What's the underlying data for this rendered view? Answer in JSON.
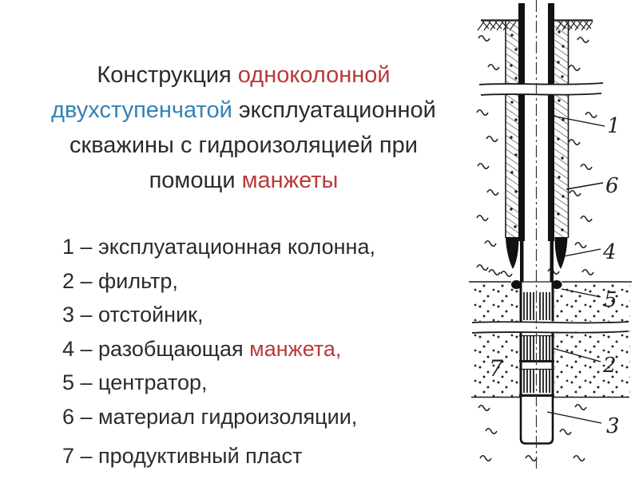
{
  "meta": {
    "background": "#ffffff",
    "accent_red": "#b93a3a",
    "accent_blue": "#3482b4",
    "text_color": "#2b2b2b",
    "diagram_line_color": "#1a1a1a"
  },
  "title": {
    "line1": {
      "part1": "Конструкция ",
      "part2": "одноколонной"
    },
    "line2": {
      "part1": "двухступенчатой",
      "part2": " эксплуатационной"
    },
    "line3": {
      "part1": "скважины с гидроизоляцией при"
    },
    "line4": {
      "part1": "помощи ",
      "part2": "манжеты"
    }
  },
  "legend": {
    "items": [
      {
        "prefix": "1 – эксплуатационная колонна,"
      },
      {
        "prefix": "2 – фильтр,"
      },
      {
        "prefix": "3 – отстойник,"
      },
      {
        "prefix": "4 – разобщающая ",
        "accent": "манжета,"
      },
      {
        "prefix": "5 – центратор,"
      },
      {
        "prefix": "6 – материал гидроизоляции,"
      },
      {
        "prefix": "7 – продуктивный пласт"
      }
    ]
  },
  "diagram": {
    "callouts": {
      "c1": "1",
      "c2": "2",
      "c3": "3",
      "c4": "4",
      "c5": "5",
      "c6": "6"
    },
    "layer_label": "7"
  }
}
